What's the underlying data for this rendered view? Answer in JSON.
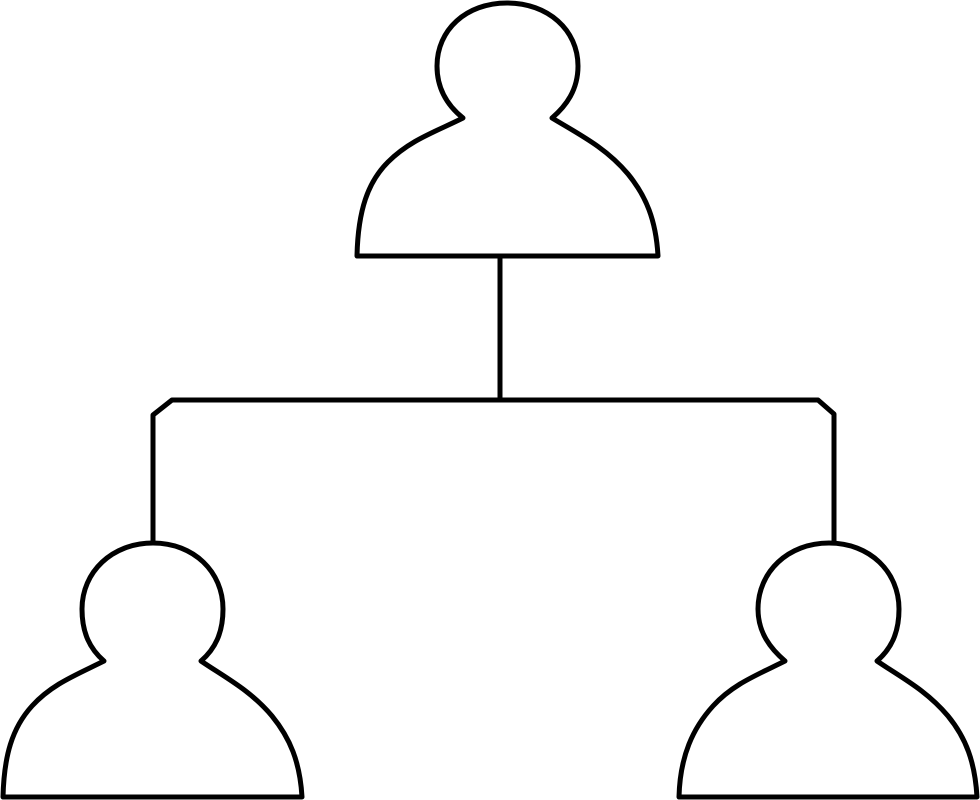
{
  "diagram": {
    "type": "hierarchy",
    "structure": {
      "parent": "top-person",
      "children": [
        "bottom-left-person",
        "bottom-right-person"
      ]
    },
    "nodes": [
      {
        "id": "top-person",
        "icon": "person-icon",
        "level": 1
      },
      {
        "id": "bottom-left-person",
        "icon": "person-icon",
        "level": 2
      },
      {
        "id": "bottom-right-person",
        "icon": "person-icon",
        "level": 2
      }
    ],
    "colors": {
      "line": "#000000",
      "fill": "#ffffff",
      "background": "#ffffff"
    }
  }
}
